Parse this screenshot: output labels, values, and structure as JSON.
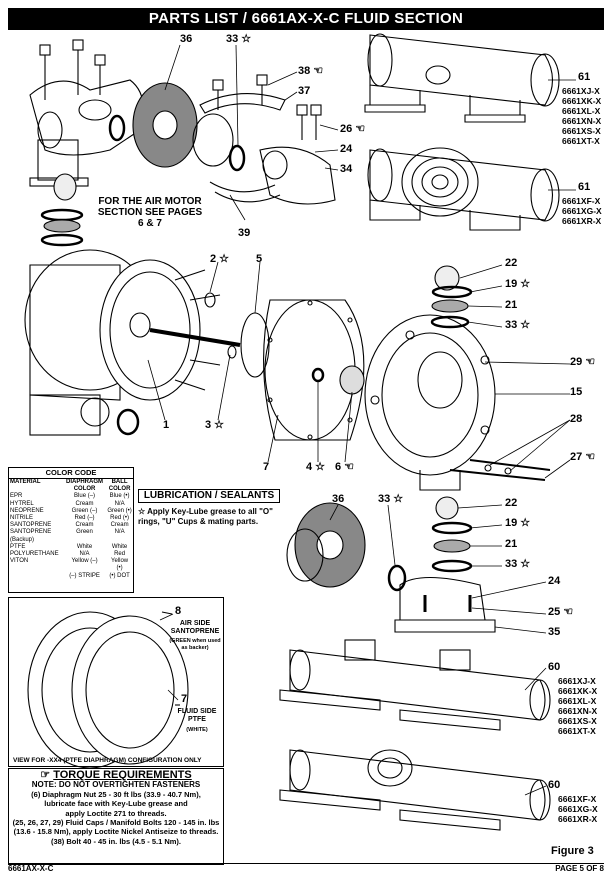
{
  "title": "PARTS LIST / 6661AX-X-C FLUID SECTION",
  "air_motor_note": "FOR THE AIR MOTOR SECTION SEE PAGES 6 & 7",
  "callouts": {
    "c36a": "36",
    "c33a": "33 ☆",
    "c38": "38 ☜",
    "c37": "37",
    "c26": "26 ☜",
    "c24a": "24",
    "c34": "34",
    "c39": "39",
    "c61a": "61",
    "c61b": "61",
    "c2": "2 ☆",
    "c5": "5",
    "c22a": "22",
    "c19a": "19 ☆",
    "c21a": "21",
    "c33b": "33 ☆",
    "c29": "29 ☜",
    "c15": "15",
    "c28": "28",
    "c27": "27 ☜",
    "c1": "1",
    "c3": "3 ☆",
    "c7": "7",
    "c4": "4 ☆",
    "c6": "6 ☜",
    "c36b": "36",
    "c33c": "33 ☆",
    "c22b": "22",
    "c19b": "19 ☆",
    "c21b": "21",
    "c33d": "33 ☆",
    "c24b": "24",
    "c25": "25 ☜",
    "c35": "35",
    "c60a": "60",
    "c60b": "60",
    "c8": "8",
    "c7b": "7"
  },
  "models_61a": [
    "6661XJ-X",
    "6661XK-X",
    "6661XL-X",
    "6661XN-X",
    "6661XS-X",
    "6661XT-X"
  ],
  "models_61b": [
    "6661XF-X",
    "6661XG-X",
    "6661XR-X"
  ],
  "models_60a": [
    "6661XJ-X",
    "6661XK-X",
    "6661XL-X",
    "6661XN-X",
    "6661XS-X",
    "6661XT-X"
  ],
  "models_60b": [
    "6661XF-X",
    "6661XG-X",
    "6661XR-X"
  ],
  "color_code": {
    "header": "COLOR CODE",
    "col_material": "MATERIAL",
    "col_diaphragm": "DIAPHRAGM COLOR",
    "col_ball": "BALL COLOR",
    "rows": [
      {
        "m": "EPR",
        "d": "Blue (–)",
        "b": "Blue (•)"
      },
      {
        "m": "HYTREL",
        "d": "Cream",
        "b": "N/A"
      },
      {
        "m": "NEOPRENE",
        "d": "Green (–)",
        "b": "Green (•)"
      },
      {
        "m": "NITRILE",
        "d": "Red (–)",
        "b": "Red (•)"
      },
      {
        "m": "SANTOPRENE",
        "d": "Cream",
        "b": "Cream"
      },
      {
        "m": "SANTOPRENE (Backup)",
        "d": "Green",
        "b": "N/A"
      },
      {
        "m": "PTFE",
        "d": "White",
        "b": "White"
      },
      {
        "m": "POLYURETHANE",
        "d": "N/A",
        "b": "Red"
      },
      {
        "m": "VITON",
        "d": "Yellow (–)",
        "b": "Yellow (•)"
      }
    ],
    "legend_stripe": "(–) STRIPE",
    "legend_dot": "(•) DOT"
  },
  "lubrication": {
    "header": "LUBRICATION / SEALANTS",
    "text": "☆ Apply Key-Lube grease to all \"O\" rings, \"U\" Cups & mating parts."
  },
  "diaphragm_box": {
    "air_side": "AIR SIDE SANTOPRENE",
    "air_note": "(GREEN when used as backer)",
    "fluid_side": "FLUID SIDE PTFE",
    "fluid_note": "(WHITE)",
    "caption": "VIEW FOR -XX4 (PTFE DIAPHRAGM) CONFIGURATION ONLY"
  },
  "torque": {
    "icon": "☞",
    "header": "TORQUE REQUIREMENTS",
    "note": "NOTE: DO NOT OVERTIGHTEN FASTENERS",
    "lines": [
      "(6) Diaphragm Nut 25 - 30 ft lbs (33.9 - 40.7 Nm),",
      "lubricate face with Key-Lube grease and",
      "apply Loctite 271 to threads.",
      "(25, 26, 27, 29) Fluid Caps / Manifold Bolts 120 - 145 in. lbs",
      "(13.6 - 15.8 Nm), apply Loctite Nickel Antiseize to threads.",
      "(38) Bolt 40 - 45 in. lbs (4.5 - 5.1 Nm)."
    ]
  },
  "figure": "Figure 3",
  "footer_left": "6661AX-X-C",
  "footer_right": "PAGE 5 OF 8"
}
